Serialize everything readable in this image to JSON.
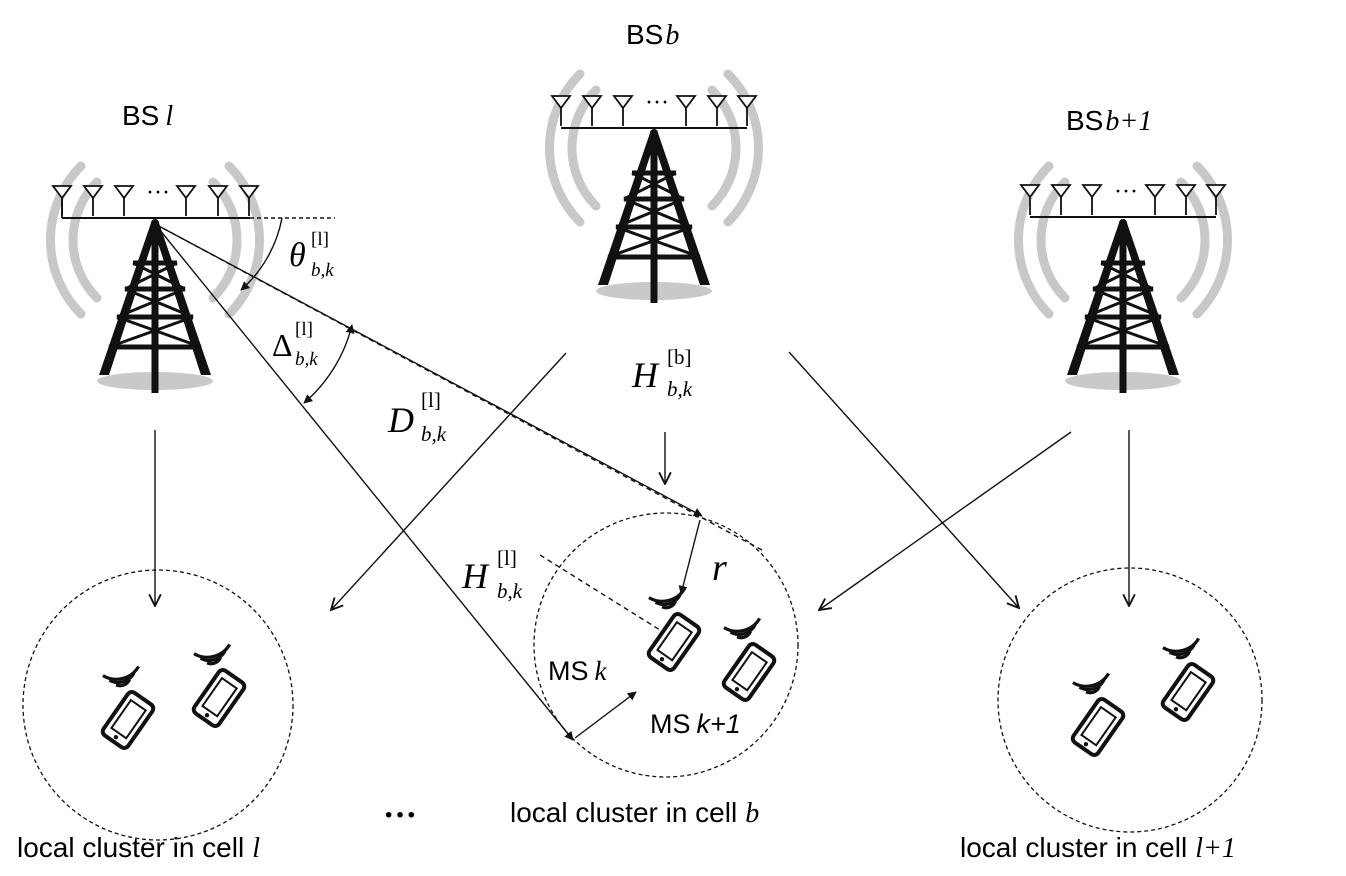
{
  "base_stations": [
    {
      "label": "BS",
      "index": "l"
    },
    {
      "label": "BS",
      "index": "b"
    },
    {
      "label": "BS",
      "index": "b+1"
    }
  ],
  "antenna_ellipsis": "···",
  "symbols": {
    "theta": {
      "base": "θ",
      "sub": "b,k",
      "sup": "[l]"
    },
    "delta": {
      "base": "Δ",
      "sub": "b,k",
      "sup": "[l]"
    },
    "distance": {
      "base": "D",
      "sub": "b,k",
      "sup": "[l]"
    },
    "channel_b": {
      "base": "H",
      "sub": "b,k",
      "sup": "[b]"
    },
    "channel_l": {
      "base": "H",
      "sub": "b,k",
      "sup": "[l]"
    },
    "radius": "r"
  },
  "mobile_stations": {
    "ms_k": {
      "label": "MS",
      "index": "k"
    },
    "ms_k1": {
      "label": "MS",
      "index": "k+1"
    }
  },
  "clusters": [
    {
      "label": "local cluster in cell",
      "index": "l"
    },
    {
      "label": "local cluster in cell",
      "index": "b"
    },
    {
      "label": "local cluster in cell",
      "index": "l+1"
    }
  ],
  "between_clusters": "···",
  "colors": {
    "line": "#111111",
    "radio_wave": "#c8c8c8",
    "tower": "#111111"
  }
}
